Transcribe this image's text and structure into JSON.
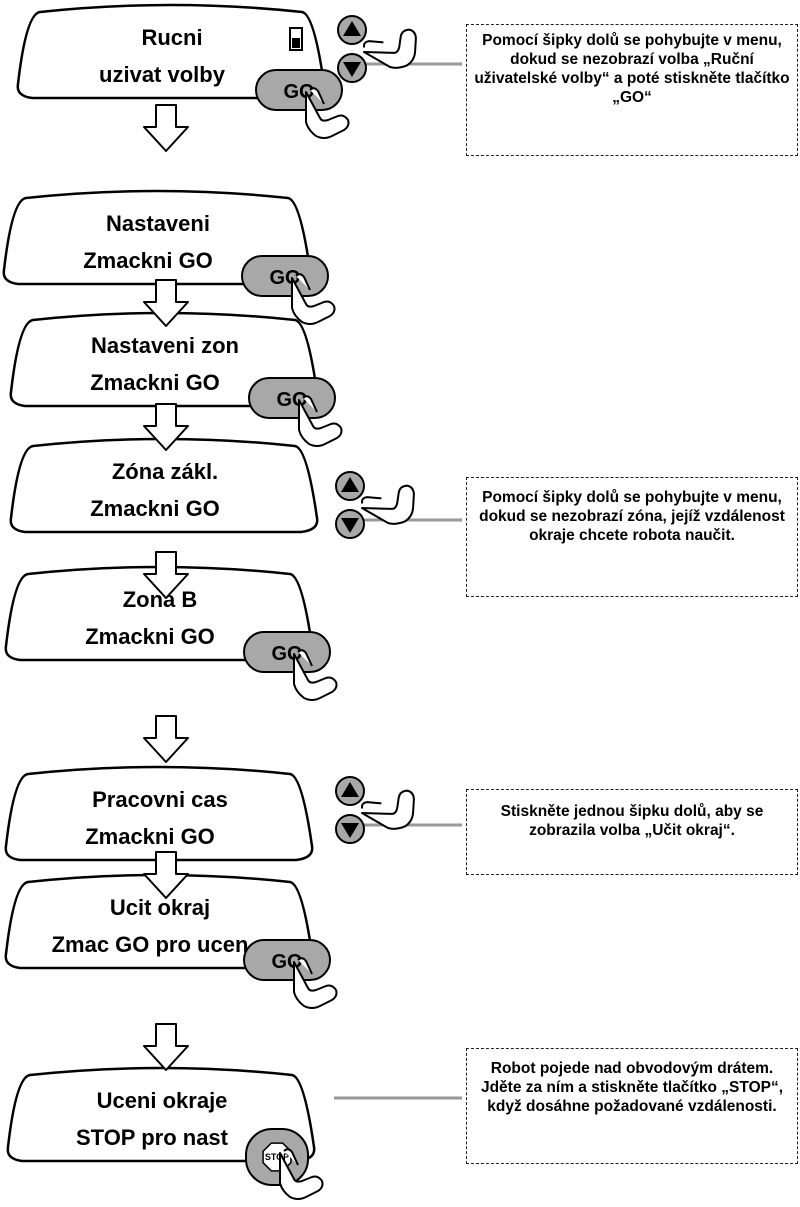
{
  "colors": {
    "line": "#000000",
    "button_fill": "#a8a8a8",
    "connector": "#999999",
    "note_border": "#222222"
  },
  "screens": [
    {
      "line1": "Rucni",
      "line2": "uzivat volby",
      "button": "GO",
      "icons": [
        "battery-icon"
      ]
    },
    {
      "line1": "Nastaveni",
      "line2": "Zmackni GO",
      "button": "GO"
    },
    {
      "line1": "Nastaveni zon",
      "line2": "Zmackni GO",
      "button": "GO"
    },
    {
      "line1": "Zóna zákl.",
      "line2": "Zmackni GO",
      "button": ""
    },
    {
      "line1": "Zona B",
      "line2": "Zmackni GO",
      "button": "GO"
    },
    {
      "line1": "Pracovni cas",
      "line2": "Zmackni GO",
      "button": ""
    },
    {
      "line1": "Ucit okraj",
      "line2": "Zmac GO pro ucen",
      "button": "GO"
    },
    {
      "line1": "Uceni okraje",
      "line2": "STOP pro nast",
      "button": "STOP"
    }
  ],
  "notes": [
    {
      "text": "Pomocí šipky dolů se pohybujte v menu, dokud se nezobrazí  volba „Ruční uživatelské volby“ a poté stiskněte tlačítko „GO“"
    },
    {
      "text": "Pomocí šipky dolů se pohybujte v menu, dokud se nezobrazí zóna, jejíž vzdálenost okraje chcete robota naučit."
    },
    {
      "text": "Stiskněte jednou šipku dolů, aby se zobrazila volba „Učit okraj“."
    },
    {
      "text": "Robot pojede nad obvodovým drátem. Jděte za ním a stiskněte tlačítko „STOP“, když dosáhne požadované vzdálenosti."
    }
  ],
  "icons": {
    "arrow_buttons": [
      "arrow-up-icon",
      "arrow-down-icon"
    ],
    "pointer": "hand-pointer-icon",
    "flow": "down-arrow-icon",
    "battery": "battery-icon"
  }
}
